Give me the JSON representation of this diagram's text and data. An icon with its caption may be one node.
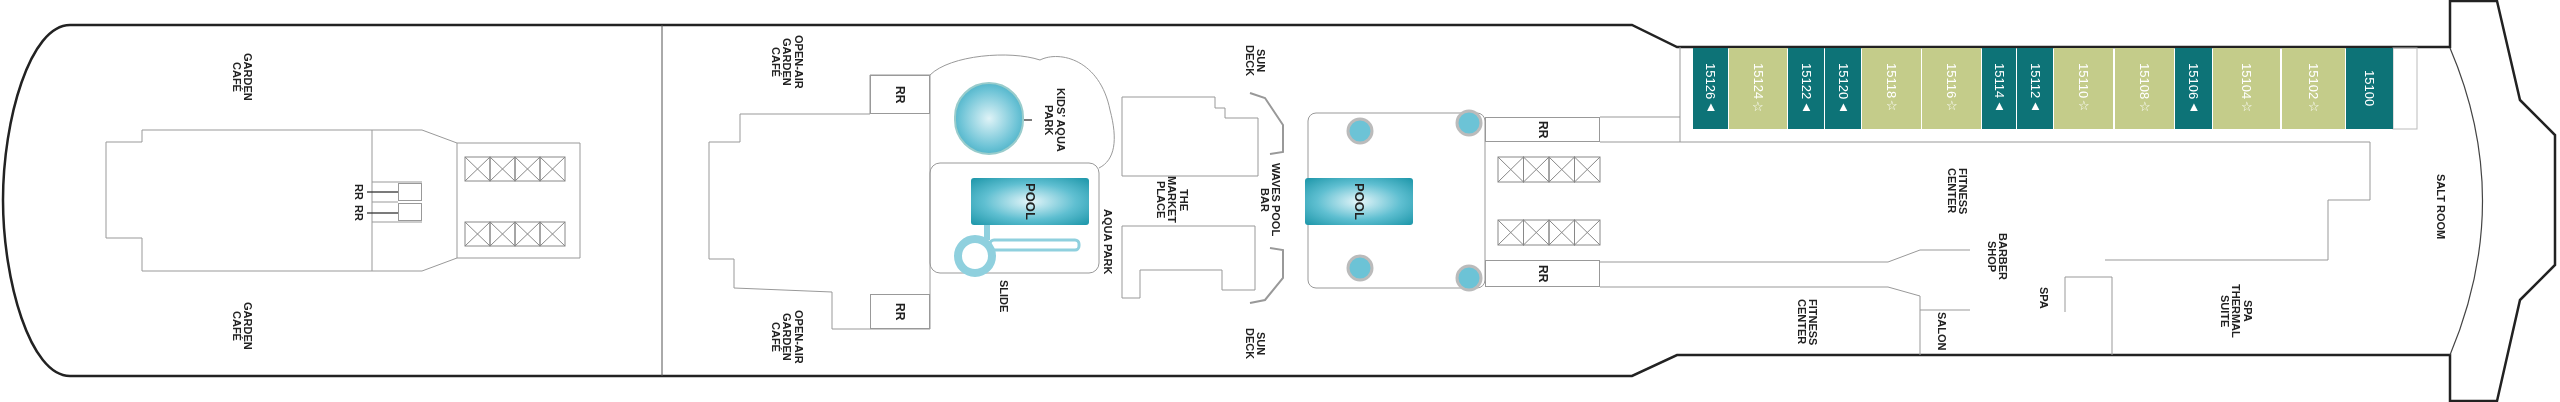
{
  "diagram": {
    "nodes": [
      {
        "text": [
          "RR"
        ]
      },
      {
        "text": [
          "RR"
        ]
      },
      {
        "text": [],
        "shape": "box"
      },
      {
        "text": [],
        "shape": "box"
      },
      {
        "text": [
          "RR"
        ]
      },
      {
        "text": [
          "KIDS’ AQUA PARK"
        ]
      },
      {
        "text": [],
        "shape": "circle"
      },
      {
        "text": [
          "POOL"
        ]
      },
      {
        "text": [
          "RR"
        ]
      },
      {
        "text": [
          "POOL"
        ]
      },
      {
        "text": [
          "RR"
        ]
      },
      {
        "text": [
          "RR"
        ]
      },
      {
        "text": [
          "15126▲"
        ]
      },
      {
        "text": [
          "15124☆"
        ]
      },
      {
        "text": [
          "15122▲"
        ]
      },
      {
        "text": [
          "15120▲"
        ]
      },
      {
        "text": [
          "15118☆"
        ]
      },
      {
        "text": [
          "15116☆"
        ]
      },
      {
        "text": [
          "15114▲"
        ]
      },
      {
        "text": [
          "15112▲"
        ]
      },
      {
        "text": [
          "15110☆"
        ]
      },
      {
        "text": [
          "15108☆"
        ]
      },
      {
        "text": [
          "15106▲"
        ]
      },
      {
        "text": [
          "15104☆"
        ]
      },
      {
        "text": [
          "15102☆"
        ]
      },
      {
        "text": [
          "15100"
        ]
      }
    ],
    "edges": [
      {
        "from": 0,
        "to": 2,
        "arrow": "none"
      },
      {
        "from": 1,
        "to": 3,
        "arrow": "none"
      },
      {
        "from": 5,
        "to": 6,
        "arrow": "none"
      }
    ],
    "labels": [
      "GARDEN CAFÉ",
      "GARDEN CAFÉ",
      "OPEN-AIR GARDEN CAFÉ",
      "OPEN-AIR GARDEN CAFÉ",
      "SLIDE",
      "AQUA PARK",
      "THE MARKET PLACE",
      "SUN DECK",
      "SUN DECK",
      "WAVES POOL BAR",
      "FITNESS CENTER",
      "FITNESS CENTER",
      "BARBER SHOP",
      "SALON",
      "SPA",
      "SPA THERMAL SUITE",
      "SALT ROOM"
    ]
  }
}
